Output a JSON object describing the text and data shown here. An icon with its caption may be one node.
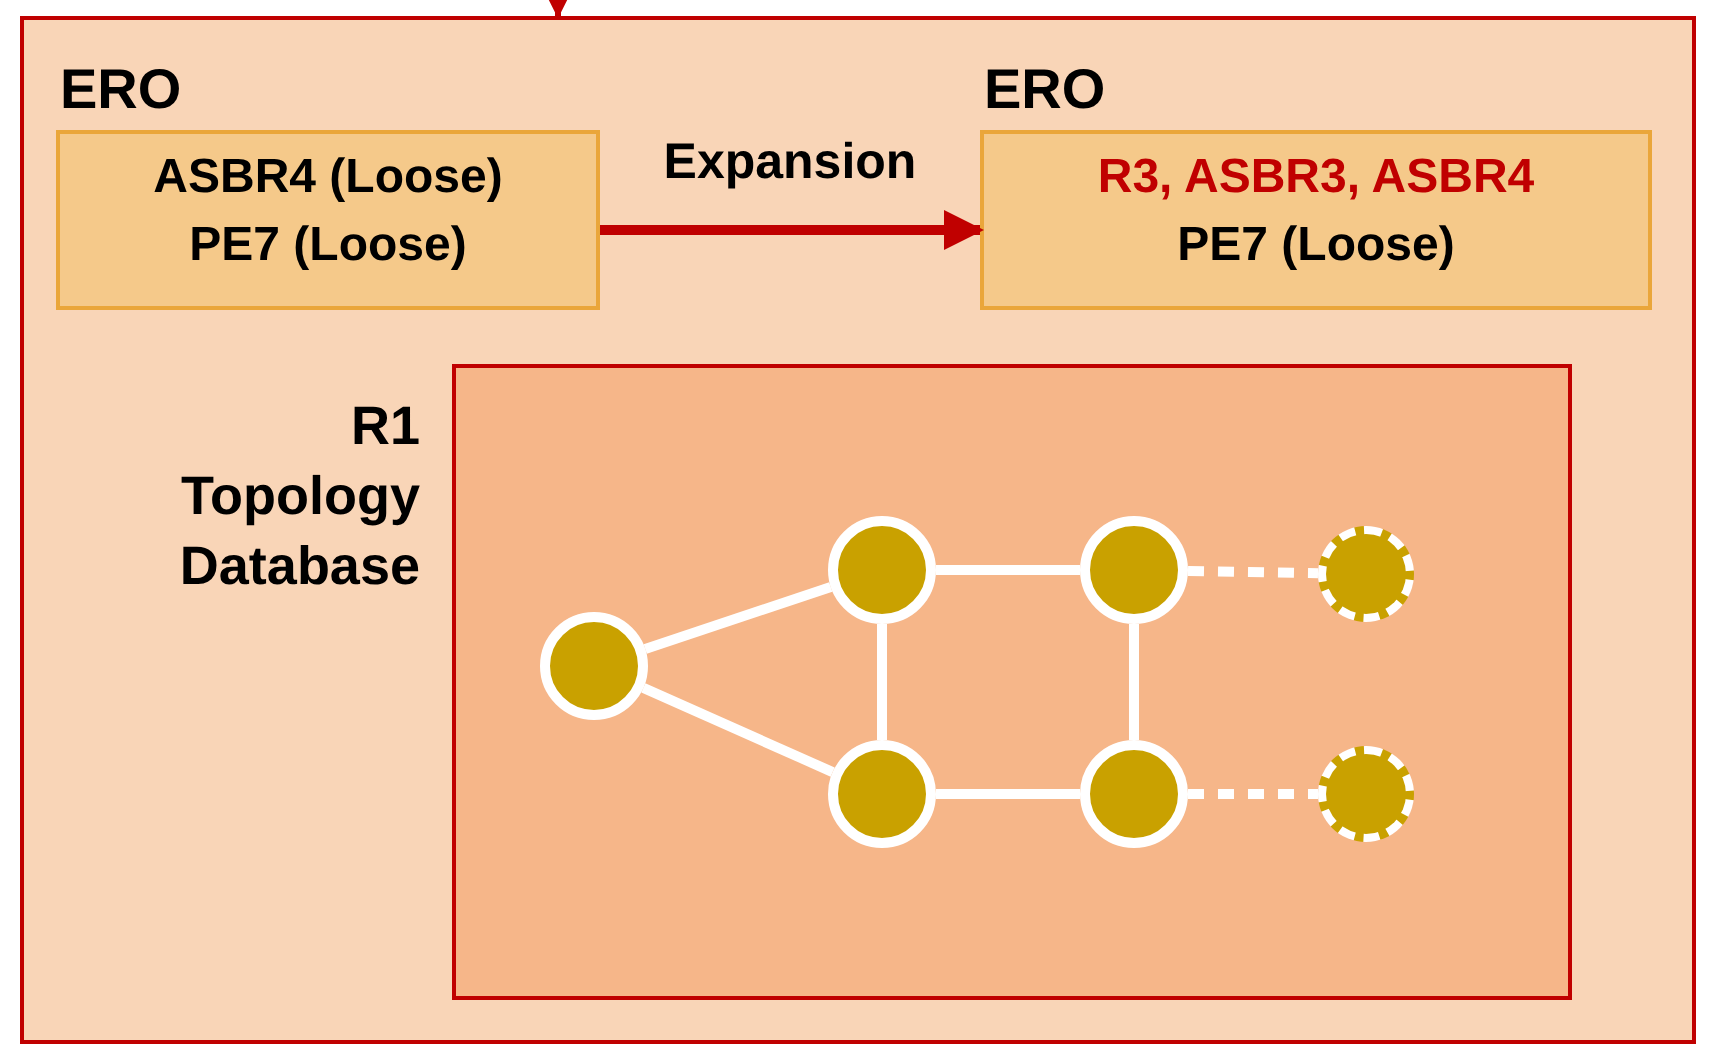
{
  "diagram": {
    "nodes": [
      {
        "text": [],
        "shape": "box"
      },
      {
        "text": [
          "ERO",
          "ASBR4 (Loose)",
          "PE7 (Loose)"
        ],
        "in": 0
      },
      {
        "text": [
          "ERO",
          "R3, ASBR3, ASBR4",
          "PE7 (Loose)"
        ],
        "in": 0
      },
      {
        "text": [
          "R1 Topology Database"
        ],
        "in": 0
      },
      {
        "text": [],
        "shape": "circle",
        "in": 3
      },
      {
        "text": [],
        "shape": "circle",
        "in": 3
      },
      {
        "text": [],
        "shape": "circle",
        "in": 3
      },
      {
        "text": [],
        "shape": "circle",
        "in": 3
      },
      {
        "text": [],
        "shape": "circle",
        "in": 3
      },
      {
        "text": [],
        "shape": "circle",
        "in": 3
      },
      {
        "text": [],
        "shape": "circle",
        "in": 3
      }
    ],
    "edges": [
      {
        "from": null,
        "to": 0,
        "arrow": "to",
        "color": "#c00000"
      },
      {
        "from": 1,
        "to": 2,
        "arrow": "to",
        "label": "Expansion",
        "color": "#c00000"
      },
      {
        "from": 4,
        "to": 5,
        "arrow": "none"
      },
      {
        "from": 4,
        "to": 6,
        "arrow": "none"
      },
      {
        "from": 5,
        "to": 6,
        "arrow": "none"
      },
      {
        "from": 5,
        "to": 7,
        "arrow": "none"
      },
      {
        "from": 6,
        "to": 8,
        "arrow": "none"
      },
      {
        "from": 7,
        "to": 8,
        "arrow": "none"
      },
      {
        "from": 7,
        "to": 9,
        "arrow": "none",
        "style": "dashed"
      },
      {
        "from": 8,
        "to": 10,
        "arrow": "none",
        "style": "dashed"
      }
    ]
  }
}
